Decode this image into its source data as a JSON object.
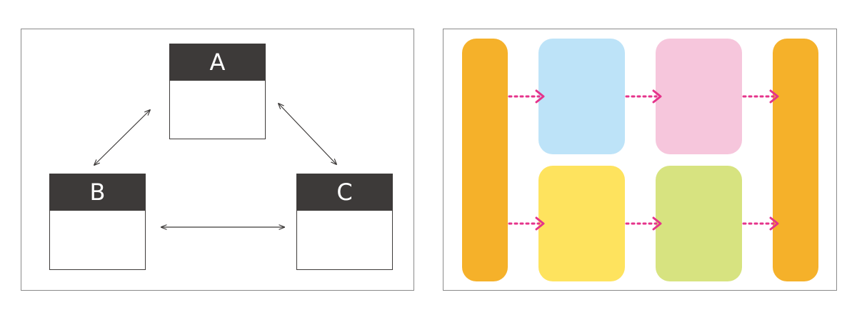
{
  "nodes": {
    "a": {
      "label": "A"
    },
    "b": {
      "label": "B"
    },
    "c": {
      "label": "C"
    }
  },
  "colors": {
    "node_header": "#3d3a39",
    "panel_border": "#8a8a8a",
    "connector": "#3d3a39",
    "side_bar": "#f5b12a",
    "box_blue": "#bde3f8",
    "box_pink": "#f6c6dc",
    "box_yellow": "#fee35e",
    "box_green": "#d7e380",
    "flow_arrow": "#e5338b"
  }
}
